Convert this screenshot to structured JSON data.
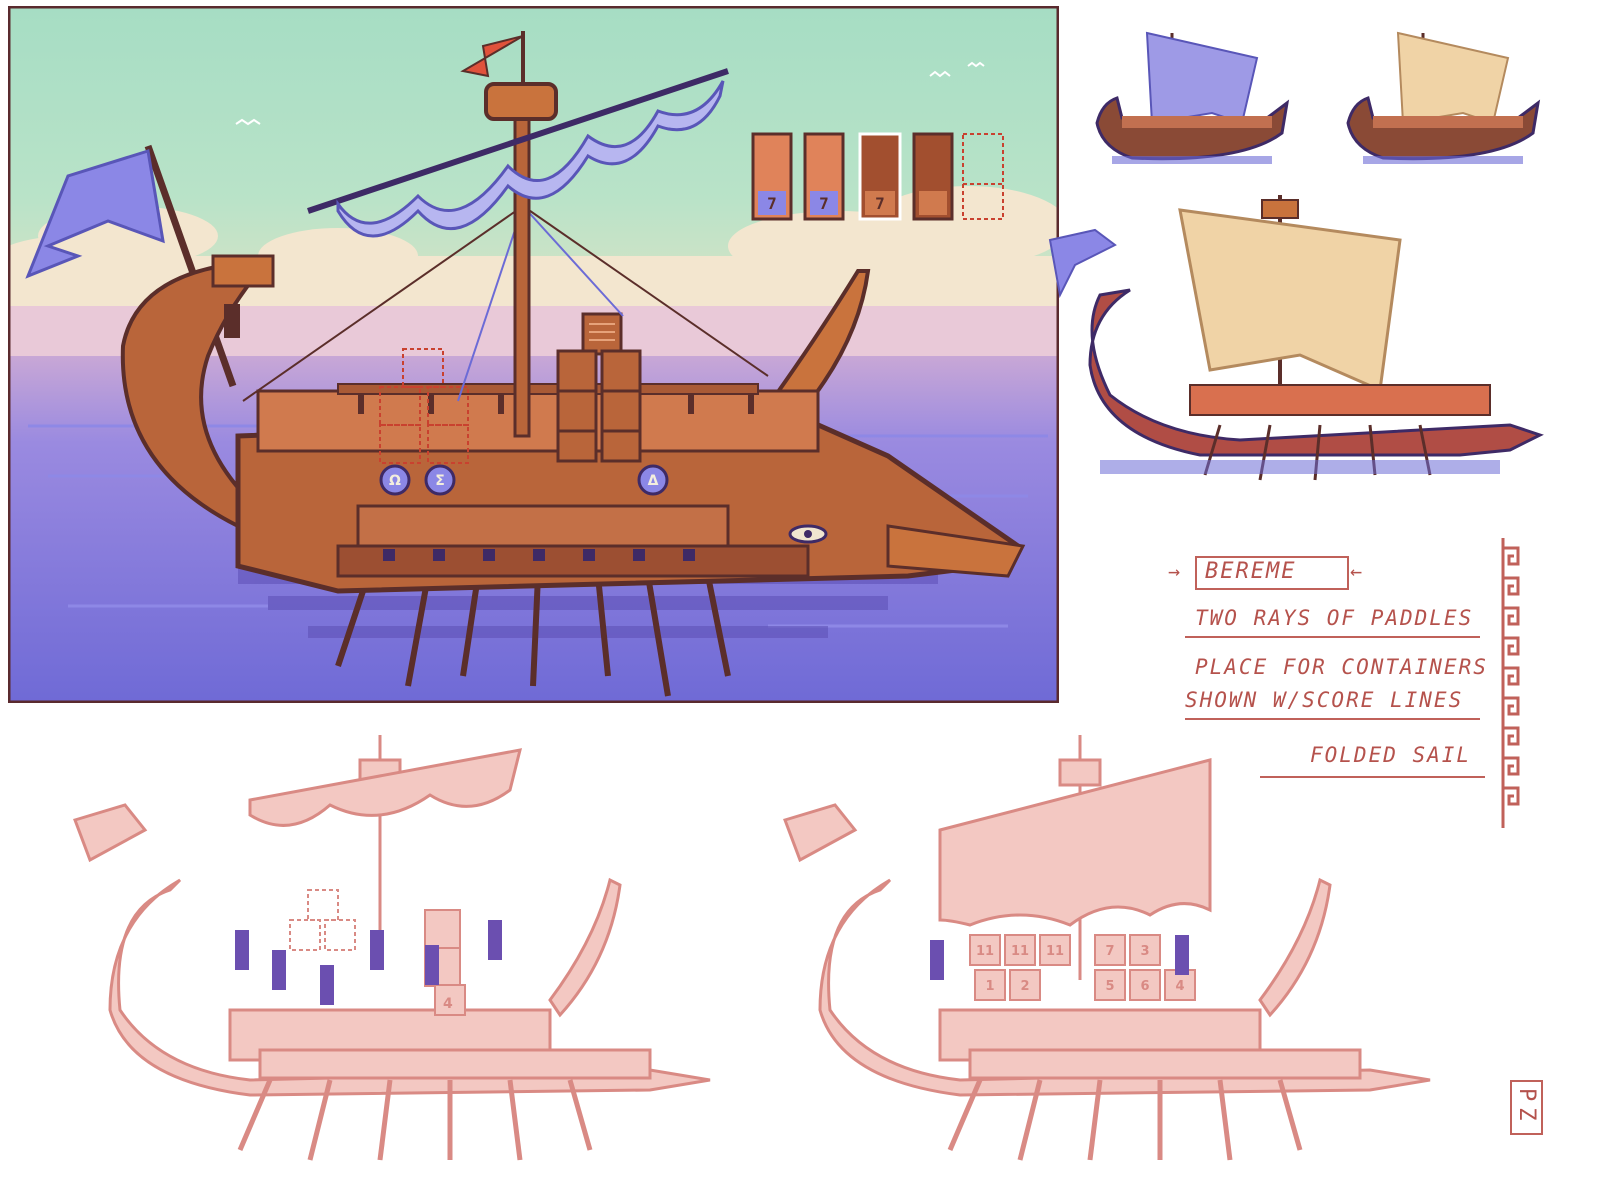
{
  "main_panel": {
    "crate_labels": [
      "7",
      "7",
      "7"
    ],
    "shield_glyphs": [
      "Ω",
      "Σ",
      "Δ"
    ],
    "colors": {
      "sky": "#a6ddc4",
      "sea": "#7a73d6",
      "hull": "#b9653a",
      "hull_dark": "#5b2e2a",
      "sail": "#b7b6f0",
      "flag": "#e0523b",
      "frame": "#5a2a2e"
    }
  },
  "notes": {
    "title": "BEREME",
    "lines": [
      "TWO RAYS OF PADDLES",
      "PLACE FOR CONTAINERS",
      "SHOWN W/SCORE LINES",
      "FOLDED SAIL"
    ]
  },
  "sketches": {
    "left_crate_numbers": [
      "4"
    ],
    "right_crate_numbers": [
      "11",
      "11",
      "11",
      "1",
      "2",
      "7",
      "5",
      "6",
      "3",
      "4"
    ],
    "ink_color": "#d98a84"
  },
  "signature": "PZ"
}
